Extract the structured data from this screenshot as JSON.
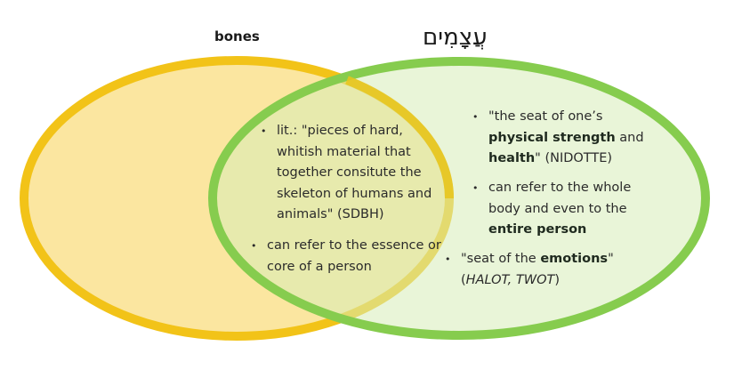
{
  "diagram": {
    "type": "venn",
    "colors": {
      "left_stroke": "#F2C318",
      "left_fill": "#FBE6A0",
      "right_stroke": "#86CC4E",
      "right_fill": "#E8F5DA",
      "overlap_fill": "#E6E090"
    },
    "left_set": {
      "title": "bones",
      "items": []
    },
    "right_set": {
      "title": "עֲצָמִים",
      "items": [
        {
          "parts": [
            {
              "text": "\"the seat of one’s ",
              "style": "normal"
            },
            {
              "text": "physical strength",
              "style": "bold"
            },
            {
              "text": " and ",
              "style": "normal"
            },
            {
              "text": "health",
              "style": "bold"
            },
            {
              "text": "\" (NIDOTTE)",
              "style": "normal"
            }
          ]
        },
        {
          "parts": [
            {
              "text": "can refer to the whole body and even to the ",
              "style": "normal"
            },
            {
              "text": "entire person",
              "style": "bold"
            }
          ]
        },
        {
          "parts": [
            {
              "text": "\"seat of the ",
              "style": "normal"
            },
            {
              "text": "emotions",
              "style": "bold"
            },
            {
              "text": "\" (",
              "style": "normal"
            },
            {
              "text": "HALOT, TWOT",
              "style": "italic"
            },
            {
              "text": ")",
              "style": "normal"
            }
          ]
        }
      ]
    },
    "overlap": {
      "items": [
        {
          "text": "lit.: \"pieces of hard, whitish material that together consitute the skeleton of humans and animals\" (SDBH)"
        },
        {
          "text": "can refer to the essence or core of a person"
        }
      ]
    }
  },
  "labels": {
    "left_title": "bones",
    "right_title": "עֲצָמִים",
    "overlap_item_1": "lit.: \"pieces of hard, whitish material that together consitute the skeleton of humans and animals\" (SDBH)",
    "overlap_item_2": "can refer to the essence or core of a person",
    "right_item_1_a": "\"the seat of one’s ",
    "right_item_1_b": "physical strength",
    "right_item_1_c": " and ",
    "right_item_1_d": "health",
    "right_item_1_e": "\" (NIDOTTE)",
    "right_item_2_a": "can refer to the whole body and even to the ",
    "right_item_2_b": "entire person",
    "right_item_3_a": "\"seat of the ",
    "right_item_3_b": "emotions",
    "right_item_3_c": "\" (",
    "right_item_3_d": "HALOT, TWOT",
    "right_item_3_e": ")"
  }
}
